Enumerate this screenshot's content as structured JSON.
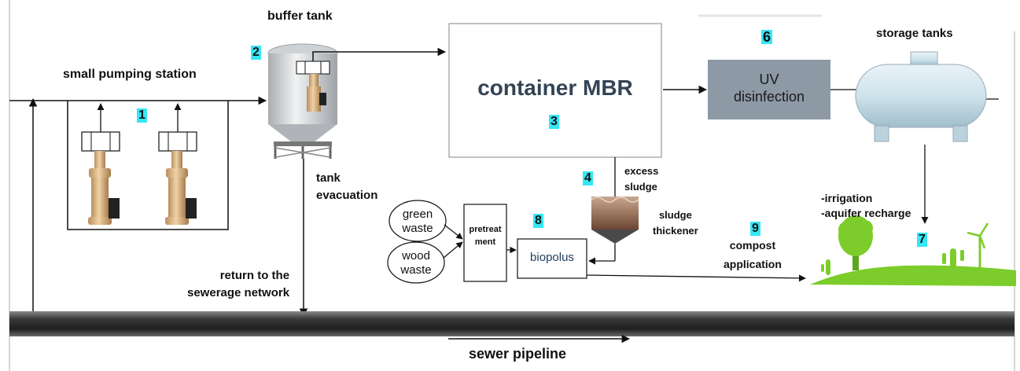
{
  "labels": {
    "small_pumping_station": "small pumping station",
    "buffer_tank": "buffer tank",
    "container_mbr": "container MBR",
    "uv_line1": "UV",
    "uv_line2": "disinfection",
    "storage_tanks": "storage tanks",
    "tank_evacuation_1": "tank",
    "tank_evacuation_2": "evacuation",
    "excess_sludge_1": "excess",
    "excess_sludge_2": "sludge",
    "sludge_thickener_1": "sludge",
    "sludge_thickener_2": "thickener",
    "green_waste_1": "green",
    "green_waste_2": "waste",
    "wood_waste_1": "wood",
    "wood_waste_2": "waste",
    "pretreatment_1": "pretreat",
    "pretreatment_2": "ment",
    "biopolus": "biopolus",
    "compost_1": "compost",
    "compost_2": "application",
    "irrigation": "-irrigation",
    "aquifer": "-aquifer recharge",
    "return_1": "return to the",
    "return_2": "sewerage network",
    "sewer_pipeline": "sewer pipeline"
  },
  "steps": {
    "s1": "1",
    "s2": "2",
    "s3": "3",
    "s4": "4",
    "s5": "6",
    "s6": "7",
    "s7": "8",
    "s8": "9"
  },
  "colors": {
    "highlight": "#35e6f5",
    "uv_box": "#8e99a6",
    "mbr_text": "#334455",
    "pipe": "#3a3a3a",
    "ground": "#7ccd2b"
  },
  "icons": [
    "pump-icon",
    "tank-icon",
    "storage-tank-icon",
    "sludge-thickener-icon",
    "tree-icon",
    "wind-turbine-icon",
    "cactus-icon"
  ]
}
